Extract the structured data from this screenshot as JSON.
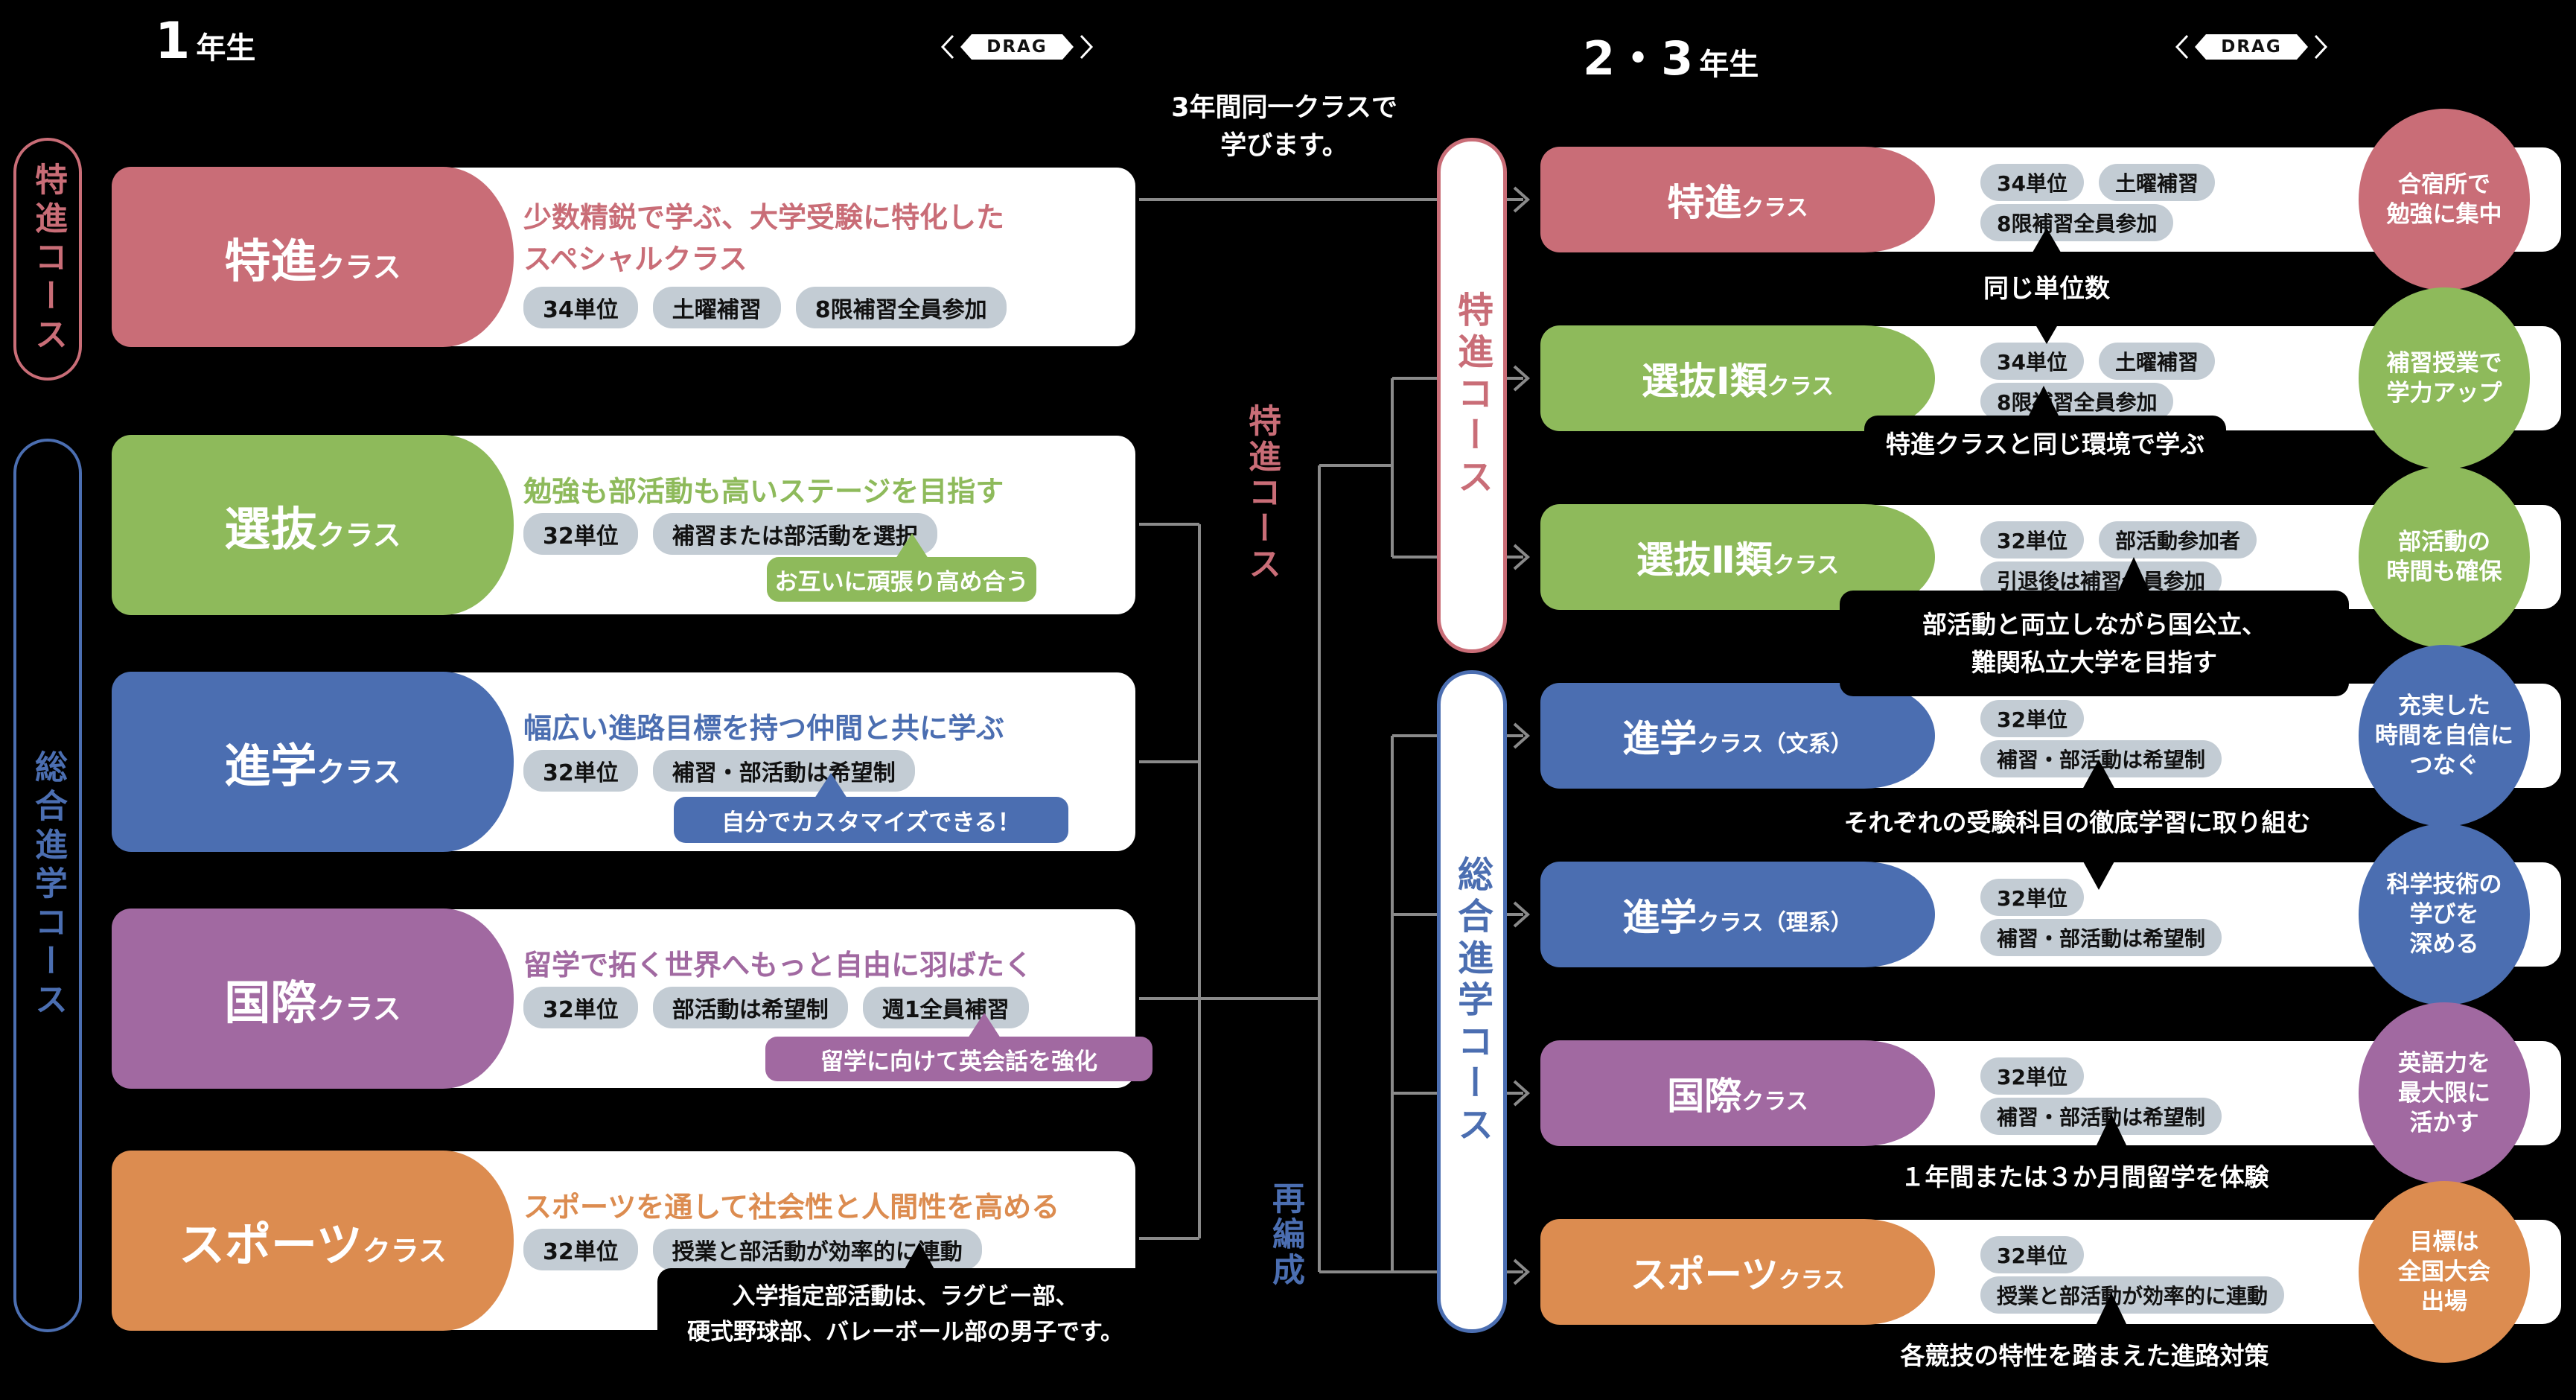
{
  "headers": {
    "left_year_number": "1",
    "left_year_suffix": "年生",
    "right_year_number": "2・3",
    "right_year_suffix": "年生",
    "drag_label": "DRAG"
  },
  "colors": {
    "tokushin_pink": "#c96d77",
    "sentaku_green": "#8eba5b",
    "shingaku_blue": "#4b6eb1",
    "kokusai_purple": "#a169a1",
    "sports_orange": "#dc8c50",
    "tag_gray": "#c3ccd4",
    "line_gray": "#8a8a8a",
    "background": "#000000"
  },
  "side_labels": {
    "tokushin_course": "特進コース",
    "sogo_shingaku_course": "総合進学コース"
  },
  "middle": {
    "note_line1": "3年間同一クラスで",
    "note_line2": "学びます。",
    "tokushin_pill": "特進コース",
    "sogo_pill": "総合進学コース",
    "tokushin_float": "特進コース",
    "saihensei": "再編成"
  },
  "left_classes": [
    {
      "name": "特進",
      "suffix": "クラス",
      "headline_line1": "少数精鋭で学ぶ、大学受験に特化した",
      "headline_line2": "スペシャルクラス",
      "tags": [
        "34単位",
        "土曜補習",
        "8限補習全員参加"
      ]
    },
    {
      "name": "選抜",
      "suffix": "クラス",
      "headline_line1": "勉強も部活動も高いステージを目指す",
      "tags": [
        "32単位",
        "補習または部活動を選択"
      ],
      "bubble": "お互いに頑張り高め合う"
    },
    {
      "name": "進学",
      "suffix": "クラス",
      "headline_line1": "幅広い進路目標を持つ仲間と共に学ぶ",
      "tags": [
        "32単位",
        "補習・部活動は希望制"
      ],
      "bubble": "自分でカスタマイズできる！"
    },
    {
      "name": "国際",
      "suffix": "クラス",
      "headline_line1": "留学で拓く世界へもっと自由に羽ばたく",
      "tags": [
        "32単位",
        "部活動は希望制",
        "週1全員補習"
      ],
      "bubble": "留学に向けて英会話を強化"
    },
    {
      "name": "スポーツ",
      "suffix": "クラス",
      "headline_line1": "スポーツを通して社会性と人間性を高める",
      "tags": [
        "32単位",
        "授業と部活動が効率的に連動"
      ],
      "note_line1": "入学指定部活動は、ラグビー部、",
      "note_line2": "硬式野球部、バレーボール部の男子です。"
    }
  ],
  "right_classes": [
    {
      "name": "特進",
      "suffix": "クラス",
      "tags_row1": [
        "34単位",
        "土曜補習"
      ],
      "tags_row2": [
        "8限補習全員参加"
      ],
      "circle_line1": "合宿所で",
      "circle_line2": "勉強に集中"
    },
    {
      "name": "選抜Ⅰ類",
      "suffix": "クラス",
      "tags_row1": [
        "34単位",
        "土曜補習"
      ],
      "tags_row2": [
        "8限補習全員参加"
      ],
      "circle_line1": "補習授業で",
      "circle_line2": "学力アップ"
    },
    {
      "name": "選抜Ⅱ類",
      "suffix": "クラス",
      "tags_row1": [
        "32単位",
        "部活動参加者"
      ],
      "tags_row2": [
        "引退後は補習全員参加"
      ],
      "circle_line1": "部活動の",
      "circle_line2": "時間も確保"
    },
    {
      "name": "進学",
      "suffix": "クラス（文系）",
      "tags_row1": [
        "32単位"
      ],
      "tags_row2": [
        "補習・部活動は希望制"
      ],
      "circle_line1": "充実した",
      "circle_line2": "時間を自信に",
      "circle_line3": "つなぐ"
    },
    {
      "name": "進学",
      "suffix": "クラス（理系）",
      "tags_row1": [
        "32単位"
      ],
      "tags_row2": [
        "補習・部活動は希望制"
      ],
      "circle_line1": "科学技術の",
      "circle_line2": "学びを",
      "circle_line3": "深める"
    },
    {
      "name": "国際",
      "suffix": "クラス",
      "tags_row1": [
        "32単位"
      ],
      "tags_row2": [
        "補習・部活動は希望制"
      ],
      "circle_line1": "英語力を",
      "circle_line2": "最大限に",
      "circle_line3": "活かす"
    },
    {
      "name": "スポーツ",
      "suffix": "クラス",
      "tags_row1": [
        "32単位"
      ],
      "tags_row2": [
        "授業と部活動が効率的に連動"
      ],
      "circle_line1": "目標は",
      "circle_line2": "全国大会",
      "circle_line3": "出場"
    }
  ],
  "annotations": {
    "same_units": "同じ単位数",
    "same_env": "特進クラスと同じ環境で学ぶ",
    "club_line1": "部活動と両立しながら国公立、",
    "club_line2": "難関私立大学を目指す",
    "exam_focus": "それぞれの受験科目の徹底学習に取り組む",
    "study_abroad": "１年間または３か月間留学を体験",
    "career": "各競技の特性を踏まえた進路対策"
  }
}
